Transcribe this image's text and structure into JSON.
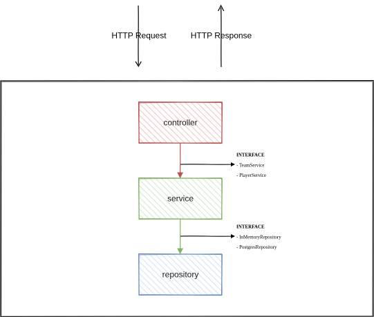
{
  "request_label": "HTTP Request",
  "response_label": "HTTP Response",
  "layers": [
    {
      "key": "controller",
      "label": "controller",
      "stroke": "#b85450",
      "fill": "#f8cecc"
    },
    {
      "key": "service",
      "label": "service",
      "stroke": "#82b366",
      "fill": "#d5e8d4"
    },
    {
      "key": "repository",
      "label": "repository",
      "stroke": "#6c8ebf",
      "fill": "#dae8fc"
    }
  ],
  "notes": [
    {
      "heading": "INTERFACE",
      "items": [
        "- TeamService",
        "- PlayerService"
      ]
    },
    {
      "heading": "INTERFACE",
      "items": [
        "- InMemoryRepository",
        "- PostgresRepository"
      ]
    }
  ]
}
